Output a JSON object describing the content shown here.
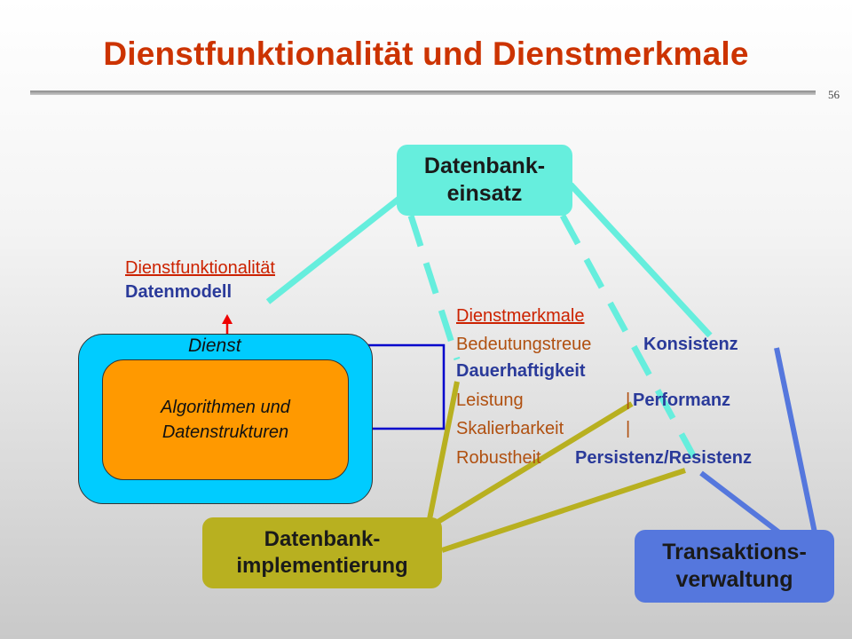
{
  "title": "Dienstfunktionalität und Dienstmerkmale",
  "page_number": "56",
  "nodes": {
    "einsatz": {
      "line1": "Datenbank-",
      "line2": "einsatz"
    },
    "implementierung": {
      "line1": "Datenbank-",
      "line2": "implementierung"
    },
    "transaktion": {
      "line1": "Transaktions-",
      "line2": "verwaltung"
    }
  },
  "service": {
    "label": "Dienst",
    "inner_line1": "Algorithmen und",
    "inner_line2": "Datenstrukturen"
  },
  "funktionalitaet": {
    "heading": "Dienstfunktionalität",
    "item": "Datenmodell"
  },
  "merkmale": {
    "heading": "Dienstmerkmale",
    "rows": [
      {
        "left": "Bedeutungstreue",
        "right": "Konsistenz"
      },
      {
        "left": "",
        "right": "Dauerhaftigkeit"
      },
      {
        "left": "Leistung",
        "separator": "|",
        "right": "Performanz"
      },
      {
        "left": "Skalierbarkeit",
        "separator": "|",
        "right": ""
      },
      {
        "left": "Robustheit",
        "right": "Persistenz/Resistenz"
      }
    ]
  },
  "colors": {
    "title": "#cc3300",
    "einsatz": "#66eedd",
    "implementierung": "#b8b020",
    "transaktion": "#5577dd",
    "service_outer": "#00ccff",
    "service_inner": "#ff9900",
    "connector": "#0000cc",
    "arrow": "#ee0000"
  }
}
